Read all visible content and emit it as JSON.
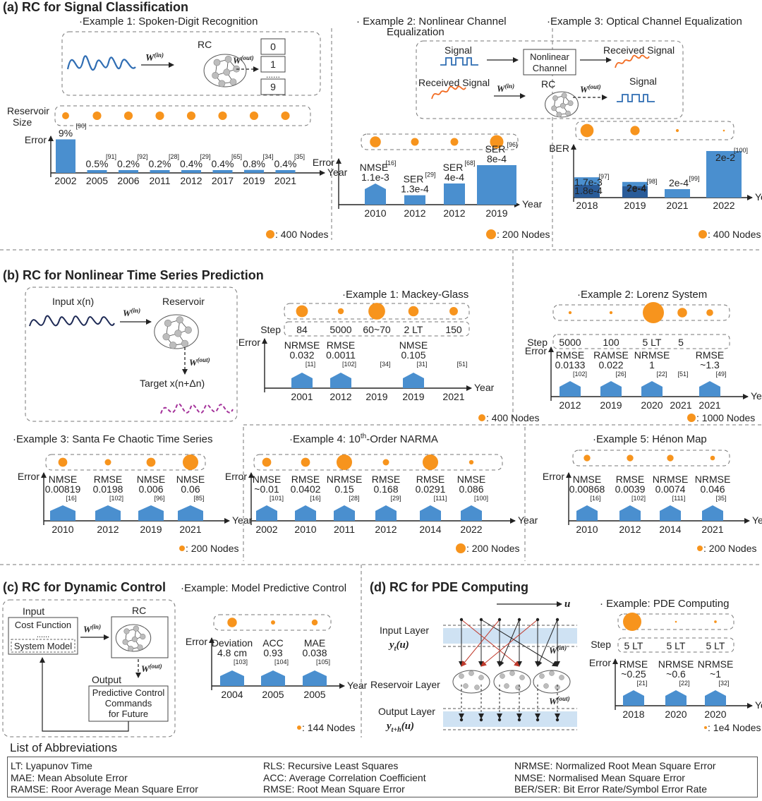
{
  "labels": {
    "error": "Error",
    "year": "Year",
    "step": "Step",
    "ber": "BER",
    "reservoir": "Reservoir",
    "reservoir_size": [
      "Reservoir",
      "Size"
    ],
    "rc": "RC",
    "w": "W",
    "w_in": "(in)",
    "w_out": "(out)",
    "dots": "......"
  },
  "sections": {
    "a": {
      "title": "(a) RC for Signal Classification",
      "ex1": {
        "title": "·Example 1: Spoken-Digit Recognition",
        "digits": [
          "0",
          "1",
          "9"
        ],
        "legend": ": 400 Nodes",
        "chart_data": {
          "type": "bar",
          "categories": [
            "2002",
            "2005",
            "2006",
            "2011",
            "2012",
            "2017",
            "2019",
            "2021"
          ],
          "values": [
            9,
            0.5,
            0.2,
            0.2,
            0.4,
            0.4,
            0.8,
            0.4
          ],
          "value_labels": [
            "9%",
            "0.5%",
            "0.2%",
            "0.2%",
            "0.4%",
            "0.4%",
            "0.8%",
            "0.4%"
          ],
          "refs": [
            "[90]",
            "[91]",
            "[92]",
            "[28]",
            "[29]",
            "[65]",
            "[34]",
            "[35]"
          ],
          "ylim": [
            0,
            10
          ],
          "reservoir_nodes": [
            200,
            300,
            300,
            300,
            300,
            300,
            300,
            300
          ]
        }
      },
      "ex2": {
        "title": [
          "·  Example 2: Nonlinear Channel",
          "Equalization"
        ],
        "legend": ": 200 Nodes",
        "chart_data": {
          "type": "bar",
          "categories": [
            "2010",
            "2012",
            "2012",
            "2019"
          ],
          "metrics": [
            "NMSE",
            "SER",
            "SER",
            "SER"
          ],
          "value_labels": [
            "1.1e-3",
            "1.3e-4",
            "4e-4",
            "8e-4"
          ],
          "refs": [
            "[16]",
            "[29]",
            "[68]",
            "[96]"
          ],
          "relative_heights": [
            0.5,
            0.18,
            0.5,
            1.0
          ],
          "reservoir_nodes": [
            200,
            100,
            100,
            300
          ]
        }
      },
      "ex3": {
        "title": "·Example 3: Optical Channel Equalization",
        "signal": "Signal",
        "nonlinear_channel": [
          "Nonlinear",
          "Channel"
        ],
        "received_signal": "Received Signal",
        "legend": ": 400 Nodes",
        "chart_data": {
          "type": "bar",
          "categories": [
            "2018",
            "2019",
            "2021",
            "2022"
          ],
          "upper_labels": [
            "1.7e-3",
            "7e-4",
            "2e-4",
            "2e-2"
          ],
          "lower_labels": [
            "1.8e-4",
            "2e-4",
            "",
            ""
          ],
          "refs": [
            "[97]",
            "[98]",
            "[99]",
            "[100]"
          ],
          "relative_heights": [
            0.38,
            0.27,
            0.1,
            1.0
          ],
          "reservoir_nodes": [
            800,
            400,
            40,
            10
          ]
        }
      }
    },
    "b": {
      "title": "(b) RC for Nonlinear Time Series Prediction",
      "input": "Input x(n)",
      "target": "Target x(n+Δn)",
      "ex1": {
        "title": "·Example 1: Mackey-Glass",
        "legend": ": 400 Nodes",
        "chart_data": {
          "type": "bar",
          "categories": [
            "2001",
            "2012",
            "2019",
            "2019",
            "2021"
          ],
          "steps": [
            "84",
            "5000",
            "60~70",
            "2 LT",
            "150"
          ],
          "metrics": [
            "NRMSE",
            "RMSE",
            "",
            "NMSE",
            ""
          ],
          "value_labels": [
            "0.032",
            "0.0011",
            "",
            "0.105",
            ""
          ],
          "refs": [
            "[11]",
            "[102]",
            "[34]",
            "[31]",
            "[51]"
          ],
          "reservoir_nodes": [
            400,
            100,
            800,
            300,
            200
          ]
        }
      },
      "ex2": {
        "title": "·Example 2: Lorenz System",
        "legend": ": 1000 Nodes",
        "chart_data": {
          "type": "bar",
          "categories": [
            "2012",
            "2019",
            "2020",
            "2021",
            "2021"
          ],
          "steps": [
            "5000",
            "100",
            "5 LT",
            "5",
            ""
          ],
          "metrics": [
            "RMSE",
            "RAMSE",
            "NRMSE",
            "",
            "RMSE"
          ],
          "value_labels": [
            "0.0133",
            "0.022",
            "1",
            "",
            "~1.3"
          ],
          "refs": [
            "[102]",
            "[26]",
            "[22]",
            "[51]",
            "[49]"
          ],
          "reservoir_nodes": [
            20,
            20,
            1000,
            200,
            100
          ]
        }
      },
      "ex3": {
        "title": "·Example 3: Santa Fe Chaotic Time Series",
        "legend": ": 200 Nodes",
        "chart_data": {
          "type": "bar",
          "categories": [
            "2010",
            "2012",
            "2019",
            "2021"
          ],
          "metrics": [
            "NMSE",
            "RMSE",
            "NMSE",
            "NMSE"
          ],
          "value_labels": [
            "0.00819",
            "0.0198",
            "0.006",
            "0.06"
          ],
          "refs": [
            "[16]",
            "[102]",
            "[96]",
            "[85]"
          ],
          "reservoir_nodes": [
            200,
            100,
            200,
            600
          ]
        }
      },
      "ex4": {
        "title_main": "·Example 4: 10",
        "title_sup": "th",
        "title_rest": "-Order NARMA",
        "legend": ": 200 Nodes",
        "chart_data": {
          "type": "bar",
          "categories": [
            "2002",
            "2010",
            "2011",
            "2012",
            "2014",
            "2022"
          ],
          "metrics": [
            "NMSE",
            "RMSE",
            "NRMSE",
            "RMSE",
            "RMSE",
            "NMSE"
          ],
          "value_labels": [
            "~0.01",
            "0.0402",
            "0.15",
            "0.168",
            "0.0291",
            "0.086"
          ],
          "refs": [
            "[101]",
            "[16]",
            "[28]",
            "[29]",
            "[111]",
            "[100]"
          ],
          "reservoir_nodes": [
            200,
            200,
            600,
            100,
            600,
            50
          ]
        }
      },
      "ex5": {
        "title": "·Example 5: Hénon Map",
        "legend": ": 200 Nodes",
        "chart_data": {
          "type": "bar",
          "categories": [
            "2010",
            "2012",
            "2014",
            "2021"
          ],
          "metrics": [
            "NMSE",
            "RMSE",
            "NRMSE",
            "NRMSE"
          ],
          "value_labels": [
            "0.00868",
            "0.0039",
            "0.0074",
            "0.046"
          ],
          "refs": [
            "[16]",
            "[102]",
            "[111]",
            "[35]"
          ],
          "reservoir_nodes": [
            200,
            200,
            200,
            100
          ]
        }
      }
    },
    "c": {
      "title": "(c) RC for Dynamic Control",
      "input": "Input",
      "cost_function": "Cost Function",
      "system_model": "System Model",
      "output": "Output",
      "output_box": [
        "Predictive Control",
        "Commands",
        "for Future"
      ],
      "example": {
        "title": "·Example: Model Predictive Control",
        "legend": ": 144 Nodes",
        "chart_data": {
          "type": "bar",
          "categories": [
            "2004",
            "2005",
            "2005"
          ],
          "metrics": [
            "Deviation",
            "ACC",
            "MAE"
          ],
          "value_labels": [
            "4.8 cm",
            "0.93",
            "0.038"
          ],
          "refs": [
            "[103]",
            "[104]",
            "[105]"
          ],
          "reservoir_nodes": [
            500,
            100,
            200
          ]
        }
      }
    },
    "d": {
      "title": "(d) RC for PDE Computing",
      "input_layer": "Input Layer",
      "input_layer_math": "y",
      "input_sub": "t",
      "input_arg": "(u)",
      "reservoir_layer": "Reservoir Layer",
      "output_layer": "Output Layer",
      "output_layer_math": "y",
      "output_sub": "t+h",
      "output_arg": "(u)",
      "u": "u",
      "example": {
        "title": "·  Example: PDE Computing",
        "legend": ": 1e4 Nodes",
        "chart_data": {
          "type": "bar",
          "categories": [
            "2018",
            "2020",
            "2020"
          ],
          "steps": [
            "5 LT",
            "5 LT",
            "5 LT"
          ],
          "metrics": [
            "RMSE",
            "NRMSE",
            "NRMSE"
          ],
          "value_labels": [
            "~0.25",
            "~0.6",
            "~1"
          ],
          "refs": [
            "[21]",
            "[22]",
            "[32]"
          ],
          "reservoir_nodes": [
            10000,
            50,
            200
          ]
        }
      }
    }
  },
  "abbreviations": {
    "title": "List of Abbreviations",
    "col1": [
      "LT: Lyapunov Time",
      "MAE: Mean Absolute Error",
      "RAMSE: Roor Average Mean Square Error"
    ],
    "col2": [
      "RLS: Recursive Least Squares",
      "ACC: Average Correlation Coefficient",
      "RMSE:  Root Mean Square Error"
    ],
    "col3": [
      "NRMSE: Normalized Root Mean Square Error",
      "NMSE: Normalised Mean Square Error",
      "BER/SER: Bit Error Rate/Symbol Error Rate"
    ]
  },
  "colors": {
    "bar": "#4a8fcf",
    "bar_dark": "#2a5c99",
    "node": "#f7941d",
    "wave_blue": "#2f6db3",
    "wave_navy": "#1e2a55",
    "wave_orange": "#f26b21",
    "wave_purple": "#a4329a",
    "pde_band": "#cfe2f3",
    "red_arrow": "#c0392b"
  }
}
